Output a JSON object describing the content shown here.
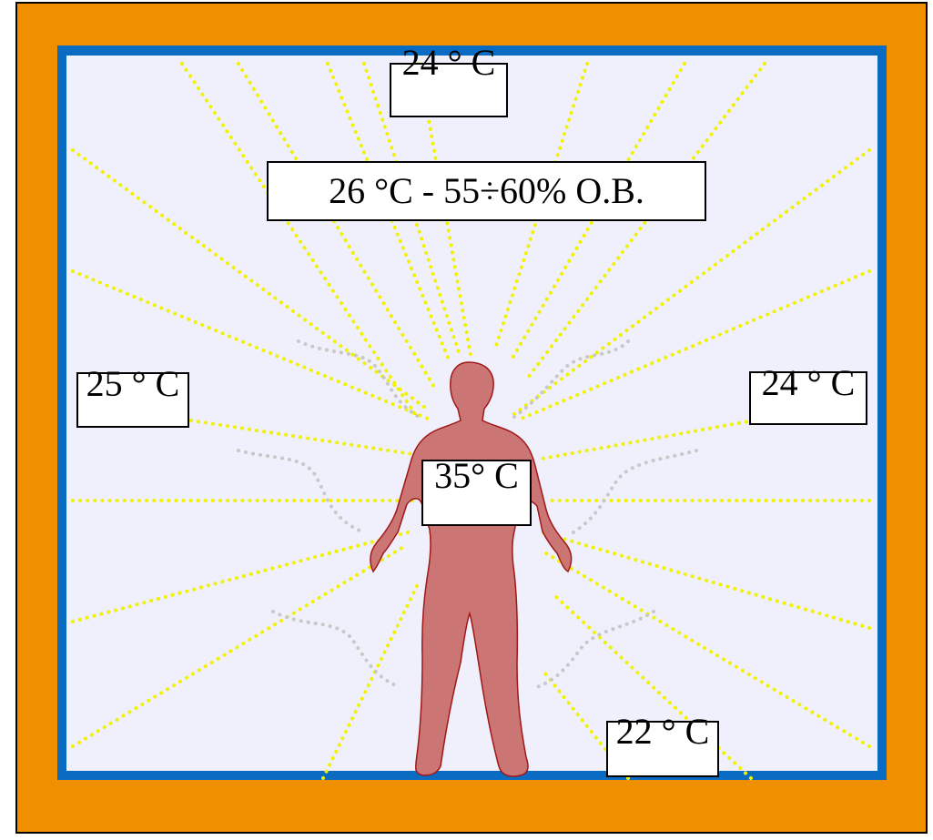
{
  "colors": {
    "outer_wall": "#f09000",
    "inner_border": "#0a6bc2",
    "room_fill": "#eff0fb",
    "radiation_rays": "#f2f200",
    "convection_lines": "#c8c8c8",
    "body_fill": "#cc7575",
    "body_outline": "#a01818"
  },
  "room_condition": "26 °C - 55÷60% O.B.",
  "temperatures": {
    "ceiling": "24 ° C",
    "left_wall": "25 ° C",
    "right_wall": "24 ° C",
    "floor": "22 ° C",
    "body": "35° C"
  }
}
